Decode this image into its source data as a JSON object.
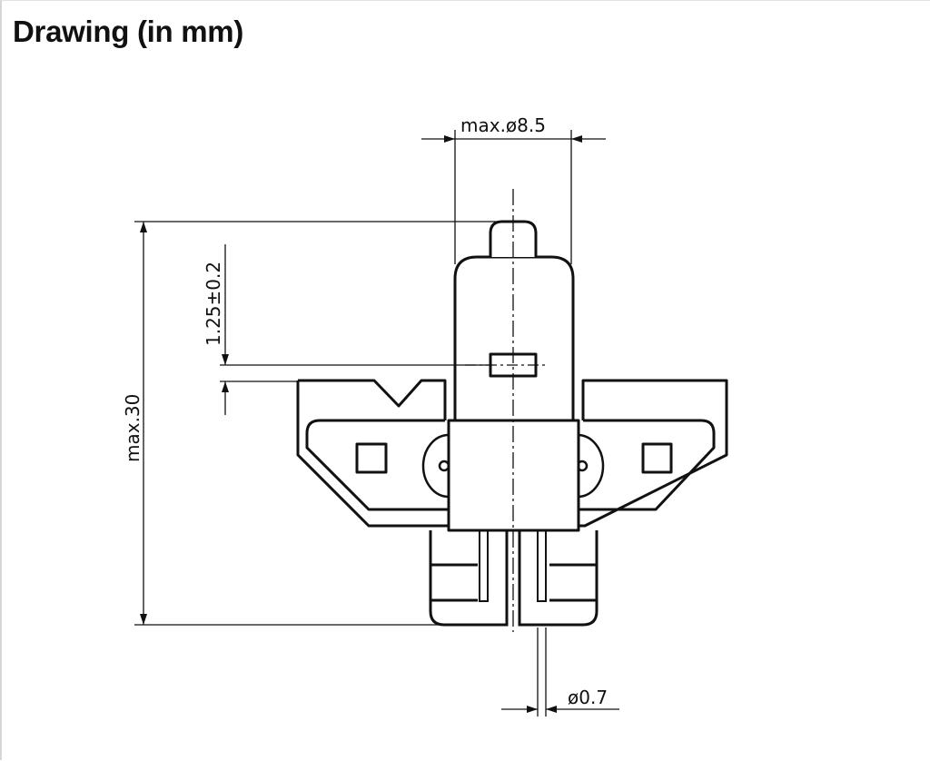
{
  "header": {
    "title": "Drawing (in mm)"
  },
  "drawing": {
    "dimensions": {
      "max_diameter": "max.ø8.5",
      "max_height": "max.30",
      "offset": "1.25±0.2",
      "pin_diameter": "ø0.7"
    },
    "colors": {
      "line": "#111111",
      "background": "#ffffff"
    }
  }
}
